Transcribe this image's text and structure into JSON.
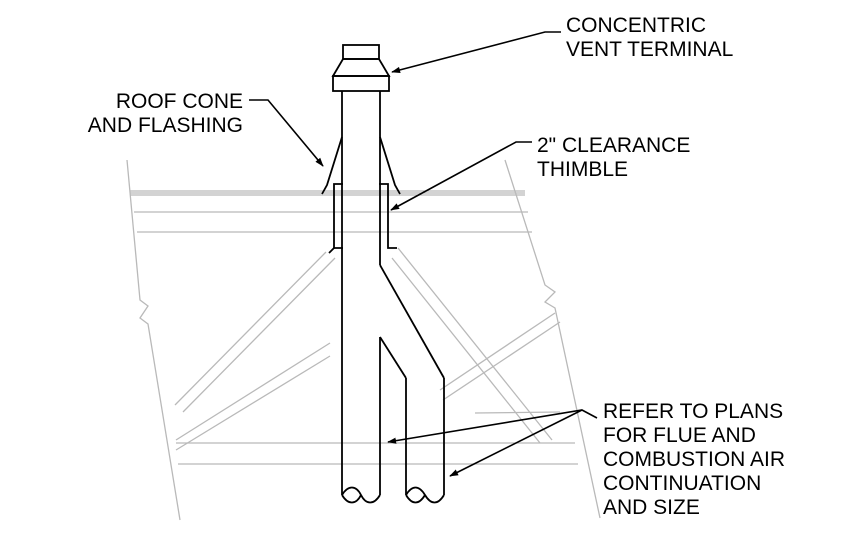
{
  "labels": {
    "concentric_vent_terminal": [
      "CONCENTRIC",
      "VENT TERMINAL"
    ],
    "roof_cone_flashing": [
      "ROOF CONE",
      "AND FLASHING"
    ],
    "clearance_thimble": [
      "2\" CLEARANCE",
      "THIMBLE"
    ],
    "refer_to_plans": [
      "REFER TO PLANS",
      "FOR FLUE AND",
      "COMBUSTION AIR",
      "CONTINUATION",
      "AND SIZE"
    ]
  }
}
